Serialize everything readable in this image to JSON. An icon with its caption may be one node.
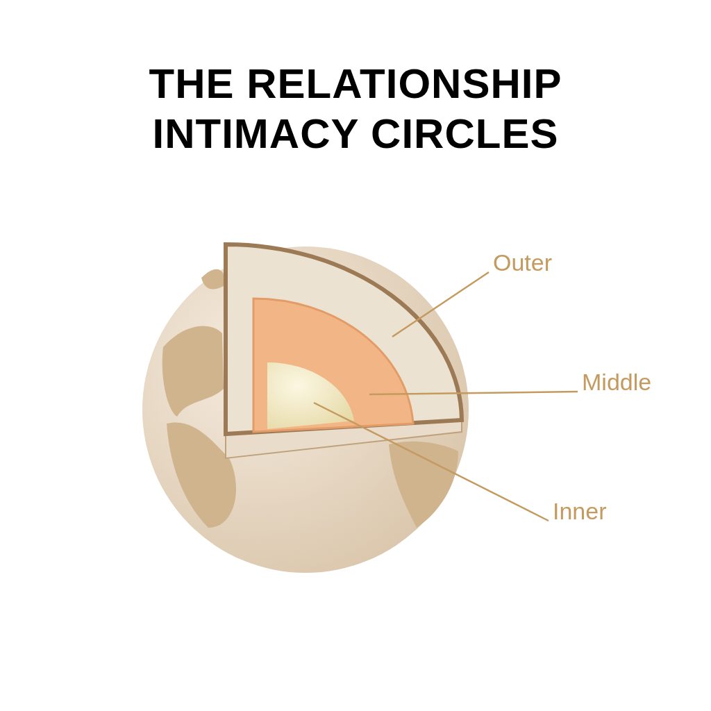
{
  "diagram": {
    "title": "THE RELATIONSHIP INTIMACY CIRCLES",
    "nodes": [
      {
        "text": [
          "Outer"
        ]
      },
      {
        "text": [
          "Middle"
        ]
      },
      {
        "text": [
          "Inner"
        ]
      },
      {
        "text": [],
        "shape": "picture"
      },
      {
        "text": [],
        "shape": "picture",
        "in": 3
      },
      {
        "text": [],
        "shape": "picture",
        "in": 4
      }
    ],
    "edges": [
      {
        "from": 0,
        "to": 3,
        "arrow": "none"
      },
      {
        "from": 1,
        "to": 4,
        "arrow": "none"
      },
      {
        "from": 2,
        "to": 5,
        "arrow": "none"
      }
    ]
  }
}
